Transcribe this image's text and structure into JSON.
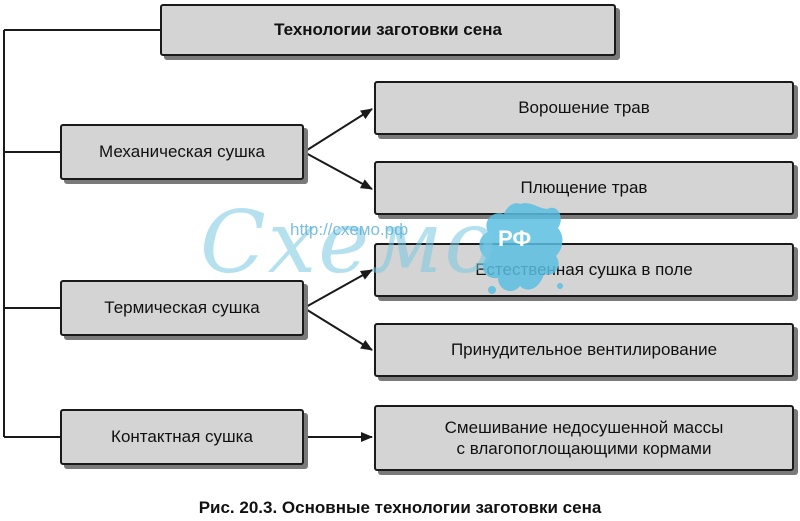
{
  "diagram": {
    "title": "Технологии заготовки сена",
    "methods": [
      "Механическая сушка",
      "Термическая сушка",
      "Контактная сушка"
    ],
    "techniques": [
      "Ворошение трав",
      "Плющение трав",
      "Естественная сушка в поле",
      "Принудительное вентилирование",
      "Смешивание недосушенной массы\nс влагопоглощающими кормами"
    ],
    "caption": "Рис. 20.3. Основные технологии заготовки сена"
  },
  "watermark": {
    "url": "http://схемо.рф",
    "script_text": "Схемо",
    "badge": "РФ",
    "color": "#78c8e1"
  },
  "colors": {
    "box_fill": "#d4d4d4",
    "box_border": "#1a1a1a",
    "box_shadow": "#7a7a7a",
    "line": "#1a1a1a"
  }
}
